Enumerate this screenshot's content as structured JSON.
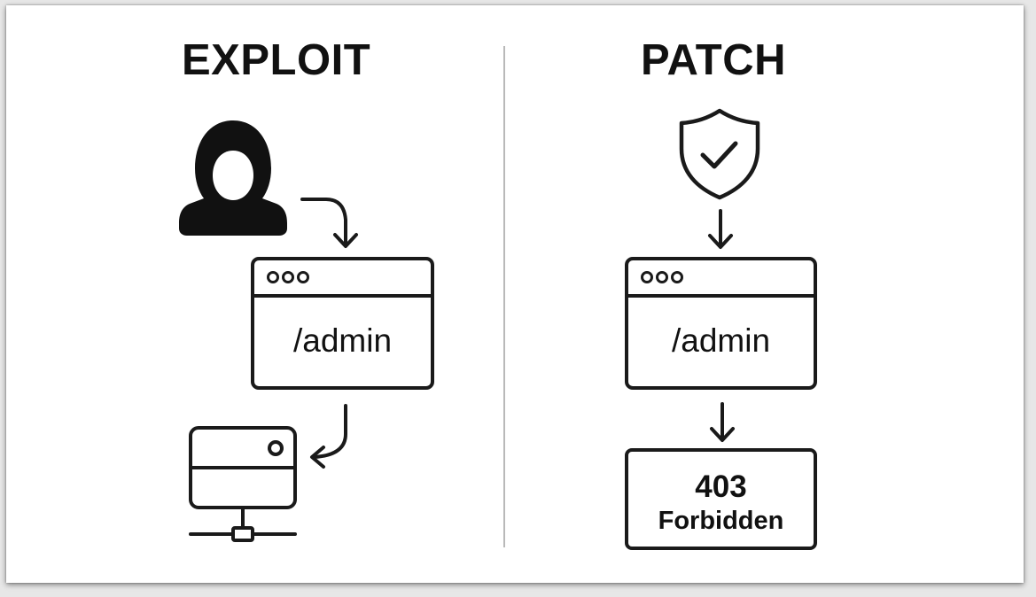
{
  "exploit": {
    "title": "EXPLOIT",
    "request_path": "/admin"
  },
  "patch": {
    "title": "PATCH",
    "request_path": "/admin",
    "response": {
      "code": "403",
      "text": "Forbidden"
    }
  },
  "icons": {
    "attacker": "hooded-hacker-icon",
    "server": "server-network-icon",
    "shield": "shield-check-icon"
  },
  "colors": {
    "stroke": "#1a1a1a",
    "background": "#ffffff",
    "divider": "#b9b9b9"
  }
}
